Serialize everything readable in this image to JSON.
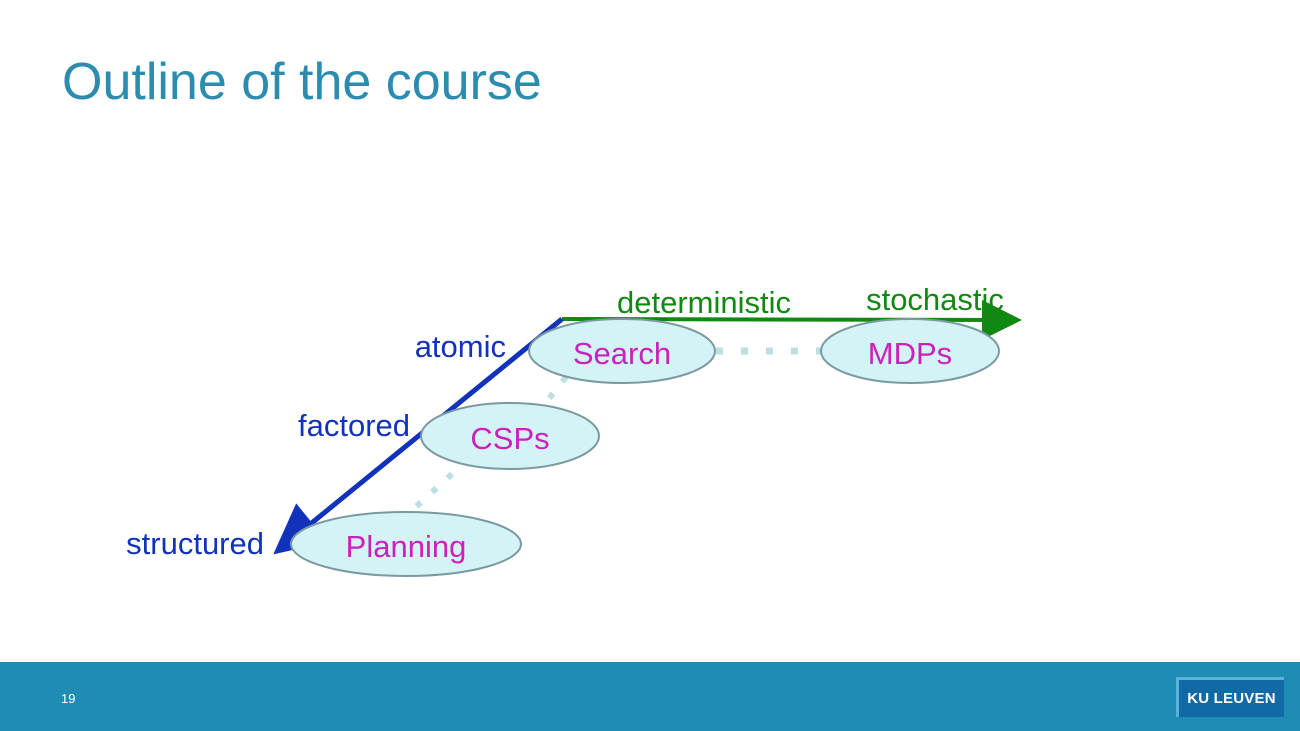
{
  "slide": {
    "title": "Outline of the course",
    "page_number": "19",
    "logo_text": "KU LEUVEN"
  },
  "diagram": {
    "axes": {
      "representation": {
        "color": "#1133bb",
        "labels": [
          "atomic",
          "factored",
          "structured"
        ]
      },
      "uncertainty": {
        "color": "#118811",
        "labels": [
          "deterministic",
          "stochastic"
        ]
      }
    },
    "nodes": [
      {
        "id": "search",
        "label": "Search"
      },
      {
        "id": "csps",
        "label": "CSPs"
      },
      {
        "id": "planning",
        "label": "Planning"
      },
      {
        "id": "mdps",
        "label": "MDPs"
      }
    ],
    "colors": {
      "node_fill": "#d4f3f7",
      "node_stroke": "#7b9aa0",
      "node_text": "#cc22bb",
      "connector": "#bcdfe0"
    }
  }
}
